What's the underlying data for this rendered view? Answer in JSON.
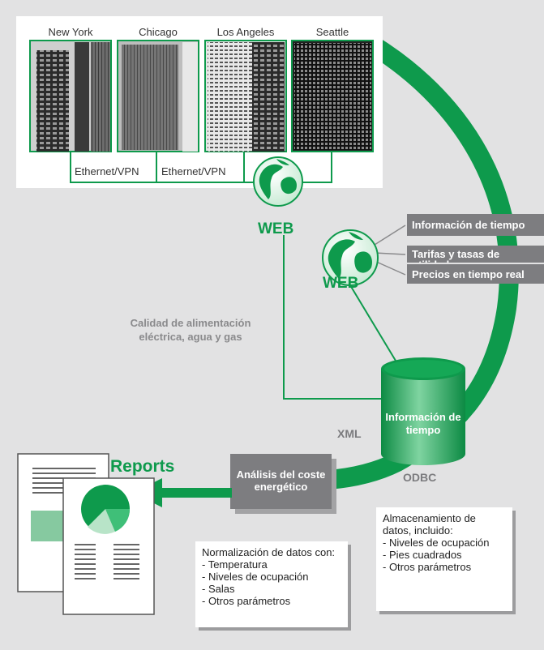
{
  "cities": [
    "New York",
    "Chicago",
    "Los Angeles",
    "Seattle"
  ],
  "ethernet_labels": [
    "Ethernet/VPN",
    "Ethernet/VPN"
  ],
  "web_label_1": "WEB",
  "web_label_2": "WEB",
  "info_feeds": [
    "Información de tiempo",
    "Tarifas y tasas de utilidades",
    "Precios en tiempo real"
  ],
  "quality_label": "Calidad de alimentación eléctrica, agua y gas",
  "database": {
    "label": "Información de tiempo",
    "odbc": "ODBC",
    "xml": "XML"
  },
  "analysis_box": "Análisis del coste energético",
  "reports_label": "Reports",
  "storage_note": {
    "title": "Almacenamiento de datos, incluido:",
    "items": [
      "- Niveles de ocupación",
      "- Pies cuadrados",
      "- Otros parámetros"
    ]
  },
  "normalization_note": {
    "title": "Normalización de datos con:",
    "items": [
      "- Temperatura",
      "- Niveles de ocupación",
      "- Salas",
      "- Otros parámetros"
    ]
  },
  "colors": {
    "green": "#0e9a4c",
    "gray_box": "#7d7d80",
    "background": "#e2e2e3"
  }
}
